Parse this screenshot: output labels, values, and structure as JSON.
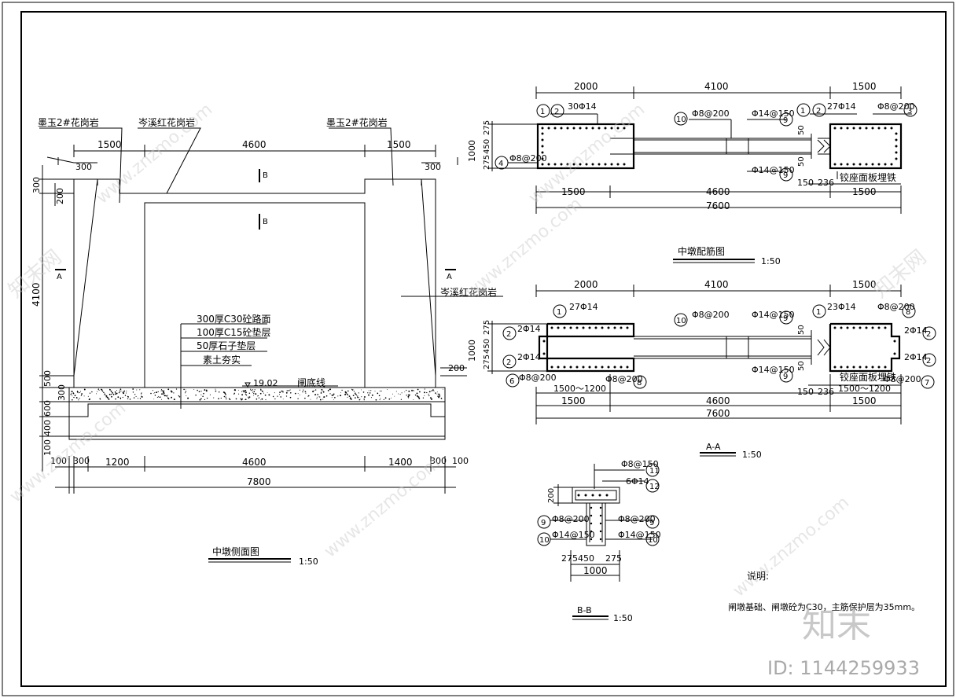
{
  "side_view": {
    "label_left_top": "墨玉2#花岗岩",
    "label_center_top": "岑溪红花岗岩",
    "label_right_top": "墨玉2#花岗岩",
    "dim_top_left": "1500",
    "dim_top_mid": "4600",
    "dim_top_right": "1500",
    "dim_300_left": "300",
    "dim_300_right": "300",
    "dim_v_300": "300",
    "dim_v_200": "200",
    "dim_v_4100": "4100",
    "dim_v_500": "500",
    "dim_v_300b": "300",
    "dim_v_600": "600",
    "dim_v_400": "400",
    "dim_v_100": "100",
    "dim_r_200": "200",
    "sec_a": "A",
    "sec_b": "B",
    "label_right_side": "岑溪红花岗岩",
    "layer1": "300厚C30砼路面",
    "layer2": "100厚C15砼垫层",
    "layer3": "50厚石子垫层",
    "layer4": "素土夯实",
    "elevation": "19.02",
    "gate_line": "闸底线",
    "bot_100a": "100",
    "bot_300a": "300",
    "bot_1200": "1200",
    "bot_4600": "4600",
    "bot_1400": "1400",
    "bot_300b": "300",
    "bot_100b": "100",
    "bot_7800": "7800",
    "title": "中墩侧面图",
    "scale": "1:50"
  },
  "rebar_plan": {
    "dim_2000": "2000",
    "dim_4100": "4100",
    "dim_1500": "1500",
    "n1": "1",
    "n2": "2",
    "n3": "3",
    "n4": "4",
    "n9": "9",
    "n10": "10",
    "l_30p14": "30Φ14",
    "l_27p14": "27Φ14",
    "l_p8_200": "Φ8@200",
    "l_p14_150": "Φ14@150",
    "v_275a": "275",
    "v_450": "450",
    "v_275b": "275",
    "v_1000": "1000",
    "v_50a": "50",
    "v_50b": "50",
    "embed": "铰座面板埋铁",
    "b_150": "150",
    "b_236": "236",
    "b_1500a": "1500",
    "b_4600": "4600",
    "b_1500b": "1500",
    "b_7600": "7600",
    "title": "中墩配筋图",
    "scale": "1:50"
  },
  "section_aa": {
    "dim_2000": "2000",
    "dim_4100": "4100",
    "dim_1500": "1500",
    "l_27p14": "27Φ14",
    "l_23p14": "23Φ14",
    "l_2p14": "2Φ14",
    "l_p8_200": "Φ8@200",
    "l_p14_150": "Φ14@150",
    "n1": "1",
    "n2": "2",
    "n6": "6",
    "n7": "7",
    "n8": "8",
    "n9": "9",
    "n10": "10",
    "range": "1500～1200",
    "b_150": "150",
    "b_236": "236",
    "b_1500a": "1500",
    "b_4600": "4600",
    "b_1500b": "1500",
    "b_7600": "7600",
    "embed": "铰座面板埋铁",
    "title": "A-A",
    "scale": "1:50"
  },
  "section_bb": {
    "l_p8_150": "Φ8@150",
    "l_6p14": "6Φ14",
    "l_p8_200": "Φ8@200",
    "l_p14_150": "Φ14@150",
    "n9": "9",
    "n10": "10",
    "n11": "11",
    "n12": "12",
    "v_200": "200",
    "b_275450": "275450",
    "b_275": "275",
    "b_1000": "1000",
    "title": "B-B",
    "scale": "1:50"
  },
  "notes": {
    "heading": "说明:",
    "text": "闸墩基础、闸墩砼为C30，主筋保护层为35mm。"
  },
  "watermark": {
    "site": "www.znzmo.com",
    "brand": "知末网",
    "logo": "知末",
    "id": "ID: 1144259933"
  }
}
